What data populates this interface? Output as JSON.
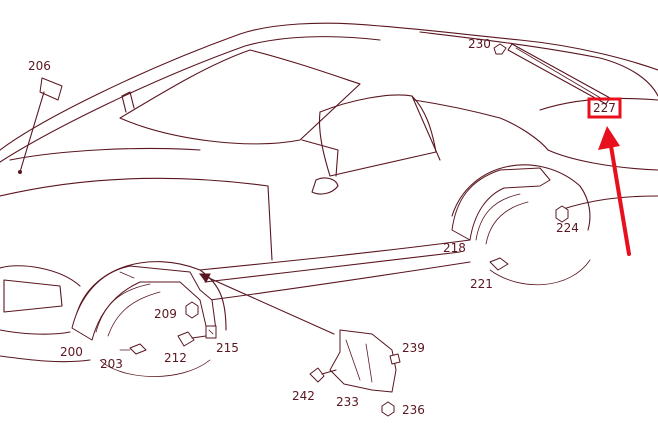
{
  "colors": {
    "linework": "#5a1620",
    "highlight": "#e8101c",
    "background": "#ffffff"
  },
  "callouts": {
    "p200": "200",
    "p203": "203",
    "p206": "206",
    "p209": "209",
    "p212": "212",
    "p215": "215",
    "p218": "218",
    "p221": "221",
    "p224": "224",
    "p227": "227",
    "p230": "230",
    "p233": "233",
    "p236": "236",
    "p239": "239",
    "p242": "242"
  },
  "highlighted_part": "227"
}
